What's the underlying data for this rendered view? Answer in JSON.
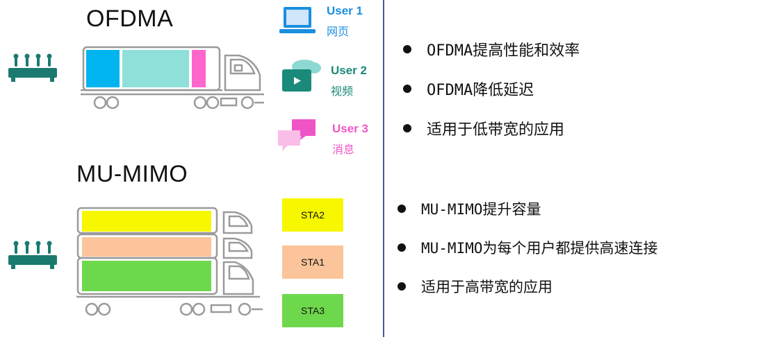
{
  "ofdma": {
    "title": "OFDMA",
    "users": [
      {
        "name": "User 1",
        "label": "网页",
        "color": "#1a8fe0",
        "icon": "laptop-icon"
      },
      {
        "name": "User 2",
        "label": "视频",
        "color": "#1a8a7a",
        "icon": "video-cloud-icon"
      },
      {
        "name": "User 3",
        "label": "消息",
        "color": "#f055c8",
        "icon": "chat-bubbles-icon"
      }
    ],
    "cargo_colors": [
      "#00b4f0",
      "#8ee0d8",
      "#ff66cc"
    ],
    "bullets": [
      "OFDMA提高性能和效率",
      "OFDMA降低延迟",
      "适用于低带宽的应用"
    ]
  },
  "mumimo": {
    "title": "MU-MIMO",
    "stations": [
      {
        "label": "STA2",
        "color": "#f7f700"
      },
      {
        "label": "STA1",
        "color": "#fbc49a"
      },
      {
        "label": "STA3",
        "color": "#6ed84c"
      }
    ],
    "bullets": [
      "MU-MIMO提升容量",
      "MU-MIMO为每个用户都提供高速连接",
      "适用于高带宽的应用"
    ]
  },
  "colors": {
    "router": "#1a7a70",
    "truck_outline": "#9a9a9a",
    "divider": "#3b5aa0"
  }
}
